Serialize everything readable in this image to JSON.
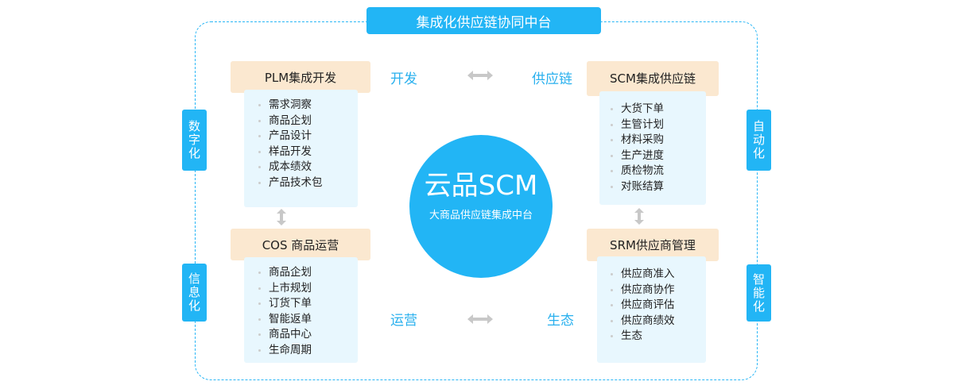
{
  "title": "集成化供应链协同中台",
  "center": {
    "title": "云品SCM",
    "subtitle": "大商品供应链集成中台"
  },
  "side_tabs": {
    "left_top": "数字化",
    "left_bottom": "信息化",
    "right_top": "自动化",
    "right_bottom": "智能化"
  },
  "connectors": {
    "top_left": "开发",
    "top_right": "供应链",
    "bottom_left": "运营",
    "bottom_right": "生态"
  },
  "modules": {
    "plm": {
      "title": "PLM集成开发",
      "items": [
        "需求洞察",
        "商品企划",
        "产品设计",
        "样品开发",
        "成本绩效",
        "产品技术包"
      ]
    },
    "scm": {
      "title": "SCM集成供应链",
      "items": [
        "大货下单",
        "生管计划",
        "材料采购",
        "生产进度",
        "质检物流",
        "对账结算"
      ]
    },
    "cos": {
      "title": "COS 商品运营",
      "items": [
        "商品企划",
        "上市规划",
        "订货下单",
        "智能返单",
        "商品中心",
        "生命周期"
      ]
    },
    "srm": {
      "title": "SRM供应商管理",
      "items": [
        "供应商准入",
        "供应商协作",
        "供应商评估",
        "供应商绩效",
        "生态"
      ]
    }
  },
  "colors": {
    "accent": "#22b5f5",
    "header_bg": "#fbe8d0",
    "box_bg": "#e8f7fe",
    "arrow": "#c8c8c8"
  }
}
